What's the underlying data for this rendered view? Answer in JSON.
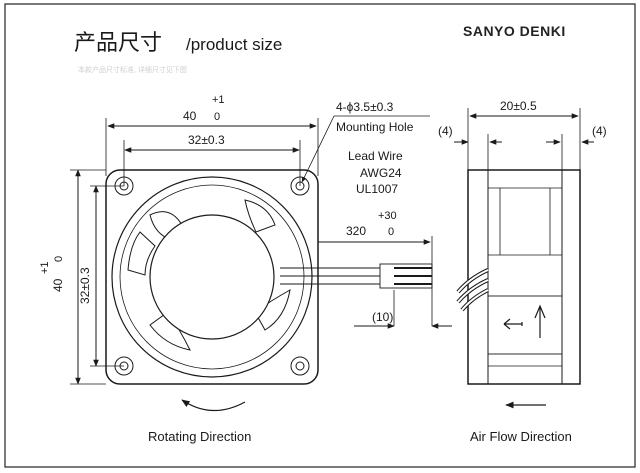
{
  "header": {
    "title_cn": "产品尺寸",
    "title_en": "/product size",
    "note_cn": "本款产品尺寸标准,   详细尺寸见下图",
    "brand": "SANYO DENKI"
  },
  "front_view": {
    "width_nominal": "40",
    "width_tol_plus": "+1",
    "width_tol_minus": "0",
    "hole_pitch": "32±0.3",
    "height_nominal": "40",
    "height_tol_plus": "+1",
    "height_tol_minus": "0",
    "vertical_pitch": "32±0.3",
    "hole_spec": "4-ϕ3.5±0.3",
    "hole_label": "Mounting Hole",
    "lead_wire": [
      "Lead Wire",
      "AWG24",
      "UL1007"
    ],
    "wire_length_tol": "+30",
    "wire_length": "320",
    "wire_length_minus": "0",
    "strip_length": "(10)",
    "caption": "Rotating Direction"
  },
  "side_view": {
    "depth": "20±0.5",
    "flange_left": "(4)",
    "flange_right": "(4)",
    "caption": "Air Flow Direction"
  }
}
